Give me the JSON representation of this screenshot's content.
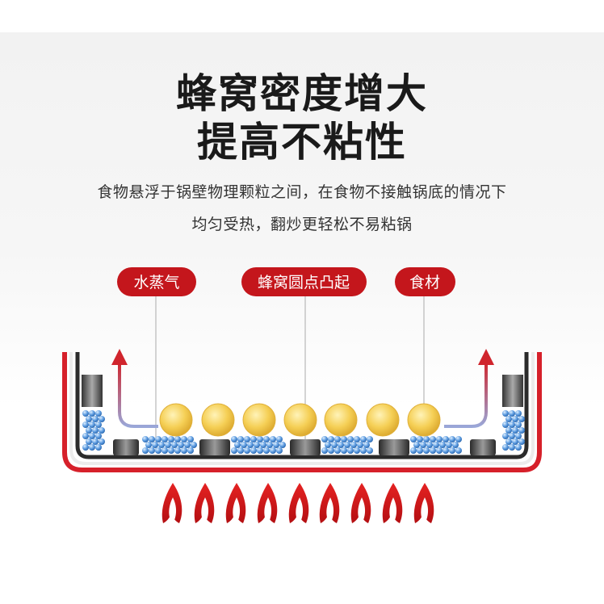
{
  "headline": {
    "line1": "蜂窝密度增大",
    "line2": "提高不粘性"
  },
  "description": {
    "line1": "食物悬浮于锅壁物理颗粒之间，在食物不接触锅底的情况下",
    "line2": "均匀受热，翻炒更轻松不易粘锅"
  },
  "labels": {
    "steam": "水蒸气",
    "honeycomb": "蜂窝圆点凸起",
    "food": "食材"
  },
  "colors": {
    "label_red": "#c4161c",
    "pan_red": "#d6202a",
    "flame_red": "#d01818",
    "food_yellow": "#f3c94a",
    "bubble_blue": "#4c8fd2"
  },
  "icons": [
    "flame-icon",
    "steam-arrow-icon"
  ]
}
